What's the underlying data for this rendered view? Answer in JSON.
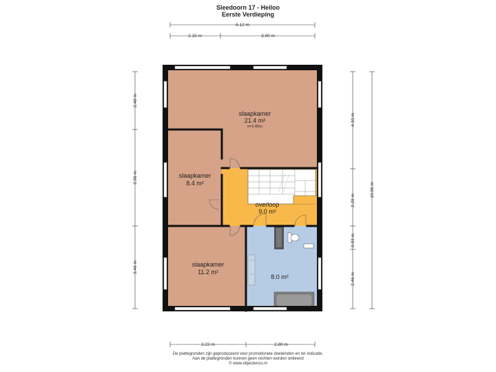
{
  "title": "Sleedoorn 17 - Heiloo",
  "subtitle": "Eerste Verdieping",
  "dimensions": {
    "top_total": "6.12 m",
    "top_left": "2.15 m",
    "top_right": "3.90 m",
    "bottom_left": "3.22 m",
    "bottom_right": "2.80 m",
    "left_1": "2.48 m",
    "left_2": "3.96 m",
    "left_3": "3.46 m",
    "right_1": "4.10 m",
    "right_2": "2.29 m",
    "right_3": "0.93 m",
    "right_4": "2.46 m",
    "right_total": "10.06 m"
  },
  "rooms": {
    "bedroom_large": {
      "name": "slaapkamer",
      "area": "21.4 m²",
      "height": "h=2.65m"
    },
    "bedroom_small": {
      "name": "slaapkamer",
      "area": "8.4 m²"
    },
    "landing": {
      "name": "overloop",
      "area": "9.0 m²"
    },
    "bedroom_mid": {
      "name": "slaapkamer",
      "area": "11.2 m²"
    },
    "bathroom": {
      "area": "8.0 m²"
    }
  },
  "colors": {
    "bedroom": "#d6a388",
    "landing": "#f9b94a",
    "bathroom": "#b6cbe4",
    "wall": "#111111"
  },
  "footer": {
    "line1": "De plattegronden zijn geproduceerd voor promotionele doeleinden en ter indicatie.",
    "line2": "Aan de plattegronden kunnen geen rechten worden ontleend",
    "line3": "© www.objectenco.nl"
  }
}
